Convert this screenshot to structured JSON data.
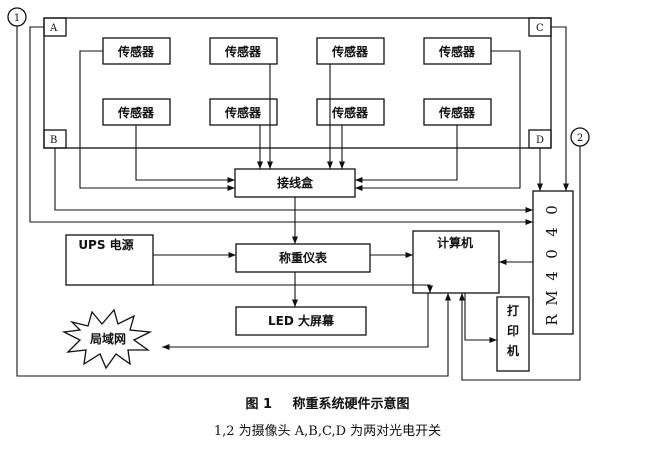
{
  "diagram": {
    "sensor_label": "传感器",
    "junction_box": "接线盒",
    "ups": "UPS 电源",
    "weighing_instrument": "称重仪表",
    "computer": "计算机",
    "led_screen": "LED 大屏幕",
    "lan": "局域网",
    "printer": "打印机",
    "rm_card": [
      "R",
      "M",
      "4",
      "0",
      "4",
      "0"
    ],
    "camera_1": "1",
    "camera_2": "2",
    "corner_a": "A",
    "corner_b": "B",
    "corner_c": "C",
    "corner_d": "D"
  },
  "caption": {
    "figure_no": "图 1",
    "title": "称重系统硬件示意图",
    "note": "1,2 为摄像头 A,B,C,D 为两对光电开关"
  },
  "colors": {
    "stroke": "#111111",
    "background": "#ffffff"
  }
}
